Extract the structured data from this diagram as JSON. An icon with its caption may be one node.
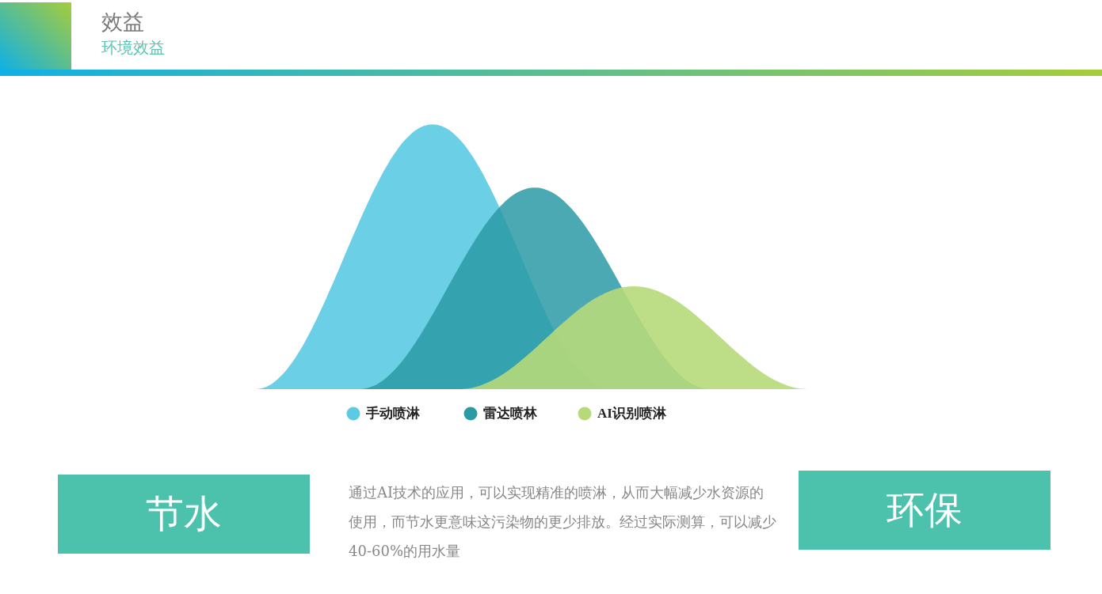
{
  "diagram": {
    "title": "效益",
    "nodes": [
      {
        "text": [
          "节水"
        ]
      },
      {
        "text": [
          "环保"
        ]
      }
    ],
    "labels": [
      "环境效益",
      "通过AI技术的应用，可以实现精准的喷淋，从而大幅减少水资源的使用，而节水更意味这污染物的更少排放。经过实际测算，可以减少40-60%的用水量"
    ],
    "legend": [
      {
        "text": "手动喷淋",
        "color": "#5bcbe3"
      },
      {
        "text": "雷达喷林",
        "color": "#2a9aa5"
      },
      {
        "text": "AI识别喷淋",
        "color": "#b6d97a"
      }
    ]
  }
}
